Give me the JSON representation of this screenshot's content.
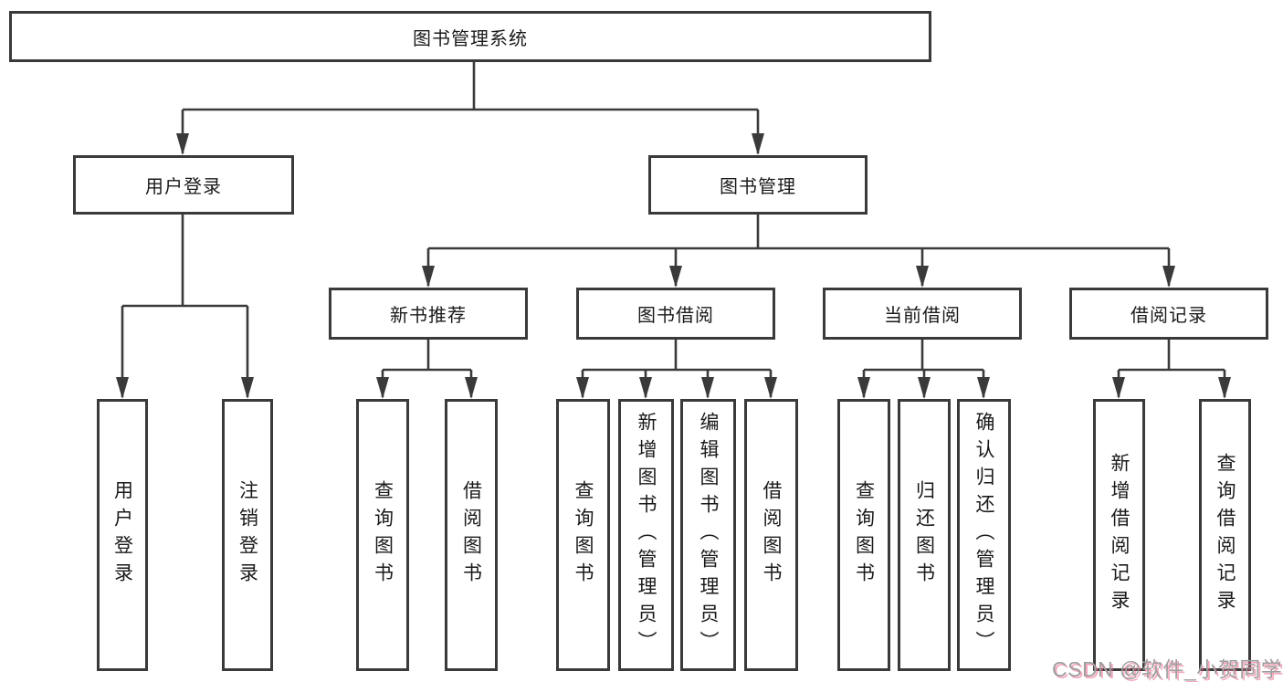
{
  "tree": {
    "root": "图书管理系统",
    "branches": [
      {
        "label": "用户登录",
        "children": [
          "用户登录",
          "注销登录"
        ]
      },
      {
        "label": "图书管理",
        "groups": [
          {
            "label": "新书推荐",
            "children": [
              "查询图书",
              "借阅图书"
            ]
          },
          {
            "label": "图书借阅",
            "children": [
              "查询图书",
              "新增图书（管理员）",
              "编辑图书（管理员）",
              "借阅图书"
            ]
          },
          {
            "label": "当前借阅",
            "children": [
              "查询图书",
              "归还图书",
              "确认归还（管理员）"
            ]
          },
          {
            "label": "借阅记录",
            "children": [
              "新增借阅记录",
              "查询借阅记录"
            ]
          }
        ]
      }
    ]
  },
  "watermark": "CSDN @软件_小贺同学",
  "colors": {
    "line": "#3a3a3a",
    "box_border": "#3a3a3a",
    "box_fill": "#ffffff",
    "text": "#1a1a1a",
    "background": "#ffffff",
    "watermark_gray": "#9e9e9e",
    "watermark_pink": "#ec6387"
  }
}
